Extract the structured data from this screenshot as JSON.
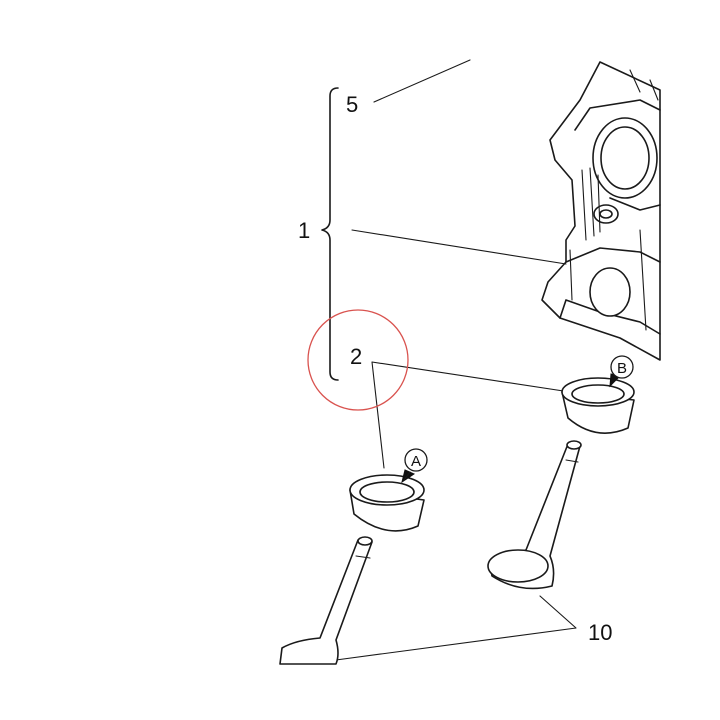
{
  "labels": {
    "item_1": "1",
    "item_2": "2",
    "item_5": "5",
    "item_10": "10",
    "callout_a": "A",
    "callout_b": "B"
  },
  "colors": {
    "line": "#1a1a1a",
    "highlight_circle": "#d9534f",
    "background": "#ffffff"
  }
}
